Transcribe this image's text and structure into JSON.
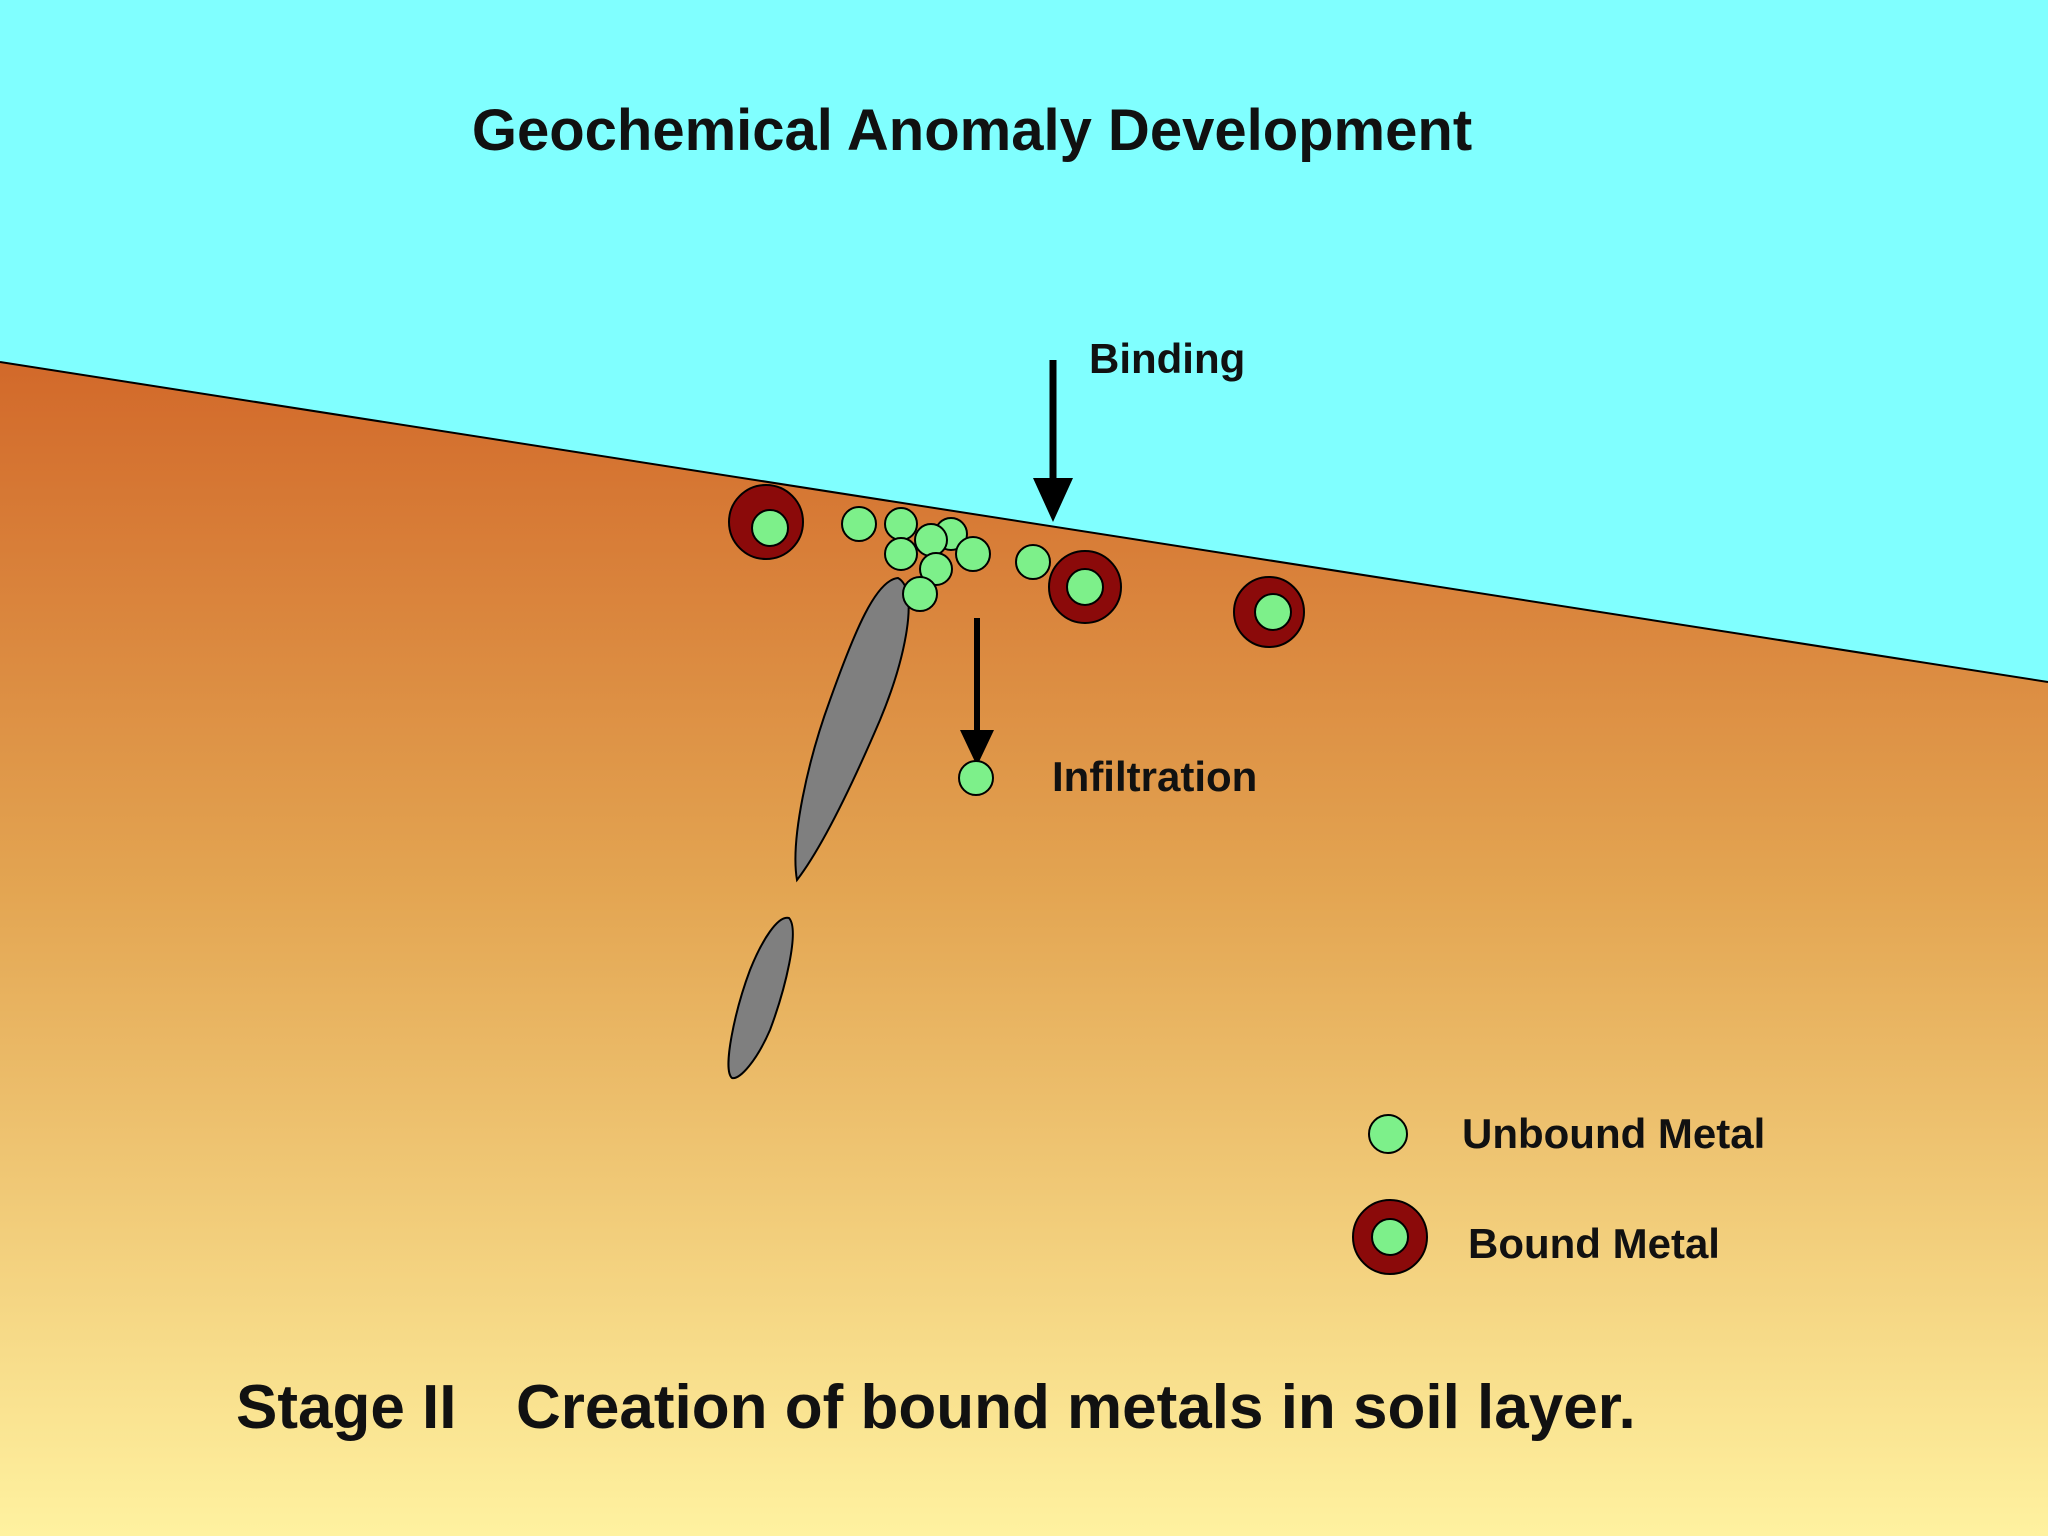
{
  "slide": {
    "title": "Geochemical Anomaly Development",
    "caption_stage": "Stage II",
    "caption_text": "Creation of bound metals in soil layer."
  },
  "annotations": {
    "binding": "Binding",
    "infiltration": "Infiltration"
  },
  "legend": {
    "unbound": "Unbound Metal",
    "bound": "Bound Metal"
  },
  "colors": {
    "sky": "#80FFFF",
    "soil_top": "#D2692A",
    "soil_mid": "#DFA04E",
    "soil_bottom": "#FFF2A0",
    "unbound_metal": "#7DF08A",
    "bound_ring": "#8B0A0A",
    "vein": "#7F7F7F",
    "arrow": "#000000"
  }
}
